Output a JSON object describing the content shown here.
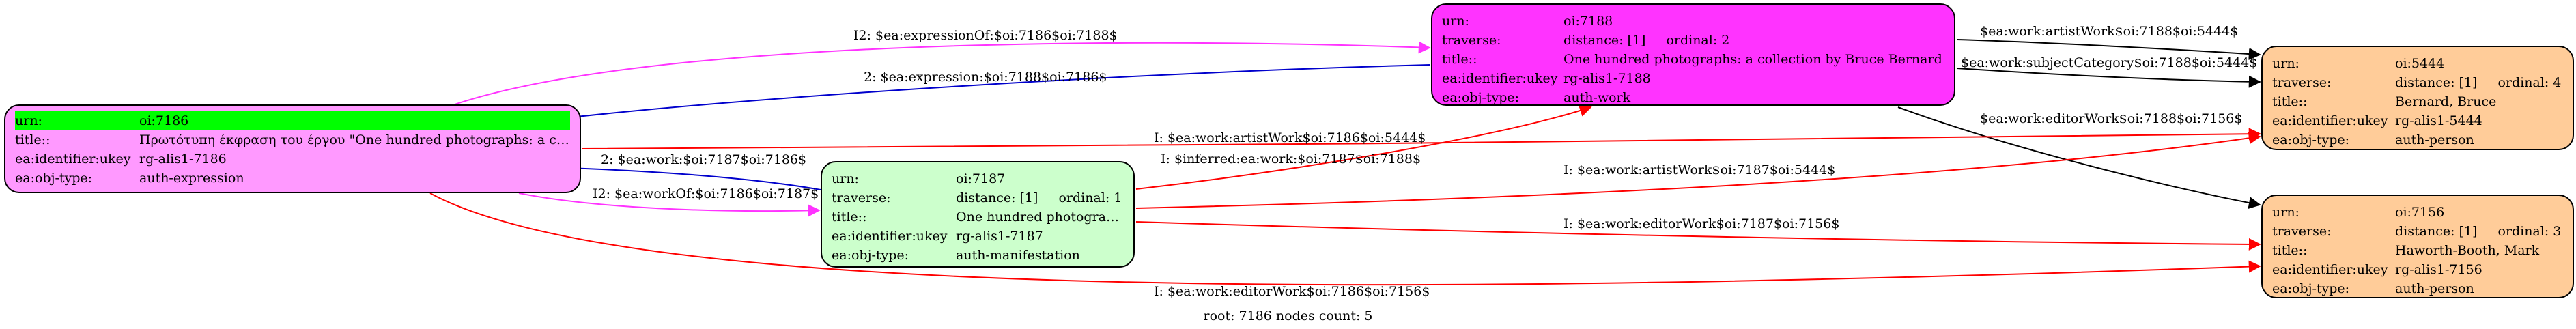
{
  "nodes": {
    "n7186": {
      "fill": "#ff99ff",
      "urn_key": "urn:",
      "urn": "oi:7186",
      "title_key": "title::",
      "title": "Πρωτότυπη έκφραση του έργου \"One hundred photographs: a co...",
      "ukey_key": "ea:identifier:ukey",
      "ukey": "rg-alis1-7186",
      "type_key": "ea:obj-type:",
      "type": "auth-expression"
    },
    "n7188": {
      "fill": "#ff33ff",
      "urn_key": "urn:",
      "urn": "oi:7188",
      "traverse_key": "traverse:",
      "distance": "distance: [1]",
      "ordinal": "ordinal: 2",
      "title_key": "title::",
      "title": "One hundred photographs: a collection by Bruce Bernard",
      "ukey_key": "ea:identifier:ukey",
      "ukey": "rg-alis1-7188",
      "type_key": "ea:obj-type:",
      "type": "auth-work"
    },
    "n7187": {
      "fill": "#ccffcc",
      "urn_key": "urn:",
      "urn": "oi:7187",
      "traverse_key": "traverse:",
      "distance": "distance: [1]",
      "ordinal": "ordinal: 1",
      "title_key": "title::",
      "title": "One hundred photographs",
      "ukey_key": "ea:identifier:ukey",
      "ukey": "rg-alis1-7187",
      "type_key": "ea:obj-type:",
      "type": "auth-manifestation"
    },
    "n5444": {
      "fill": "#ffcc99",
      "urn_key": "urn:",
      "urn": "oi:5444",
      "traverse_key": "traverse:",
      "distance": "distance: [1]",
      "ordinal": "ordinal: 4",
      "title_key": "title::",
      "title": "Bernard, Bruce",
      "ukey_key": "ea:identifier:ukey",
      "ukey": "rg-alis1-5444",
      "type_key": "ea:obj-type:",
      "type": "auth-person"
    },
    "n7156": {
      "fill": "#ffcc99",
      "urn_key": "urn:",
      "urn": "oi:7156",
      "traverse_key": "traverse:",
      "distance": "distance: [1]",
      "ordinal": "ordinal: 3",
      "title_key": "title::",
      "title": "Haworth-Booth, Mark",
      "ukey_key": "ea:identifier:ukey",
      "ukey": "rg-alis1-7156",
      "type_key": "ea:obj-type:",
      "type": "auth-person"
    }
  },
  "edges": [
    {
      "id": "e1",
      "label": "I2: $ea:expressionOf:$oi:7186$oi:7188$",
      "color": "#ff33ff"
    },
    {
      "id": "e2",
      "label": "2: $ea:expression:$oi:7188$oi:7186$",
      "color": "#0000cc"
    },
    {
      "id": "e3",
      "label": "$ea:work:artistWork$oi:7188$oi:5444$",
      "color": "#000000"
    },
    {
      "id": "e4",
      "label": "$ea:work:subjectCategory$oi:7188$oi:5444$",
      "color": "#000000"
    },
    {
      "id": "e5",
      "label": "$ea:work:editorWork$oi:7188$oi:7156$",
      "color": "#000000"
    },
    {
      "id": "e6",
      "label": "I: $ea:work:artistWork$oi:7186$oi:5444$",
      "color": "#ff0000"
    },
    {
      "id": "e7",
      "label": "2: $ea:work:$oi:7187$oi:7186$",
      "color": "#0000cc"
    },
    {
      "id": "e8",
      "label": "I: $inferred:ea:work:$oi:7187$oi:7188$",
      "color": "#ff0000"
    },
    {
      "id": "e9",
      "label": "I: $ea:work:artistWork$oi:7187$oi:5444$",
      "color": "#ff0000"
    },
    {
      "id": "e10",
      "label": "I2: $ea:workOf:$oi:7186$oi:7187$",
      "color": "#ff33ff"
    },
    {
      "id": "e11",
      "label": "I: $ea:work:editorWork$oi:7187$oi:7156$",
      "color": "#ff0000"
    },
    {
      "id": "e12",
      "label": "I: $ea:work:editorWork$oi:7186$oi:7156$",
      "color": "#ff0000"
    }
  ],
  "highlight_color": "#00ff00",
  "footer": "root: 7186 nodes count: 5"
}
